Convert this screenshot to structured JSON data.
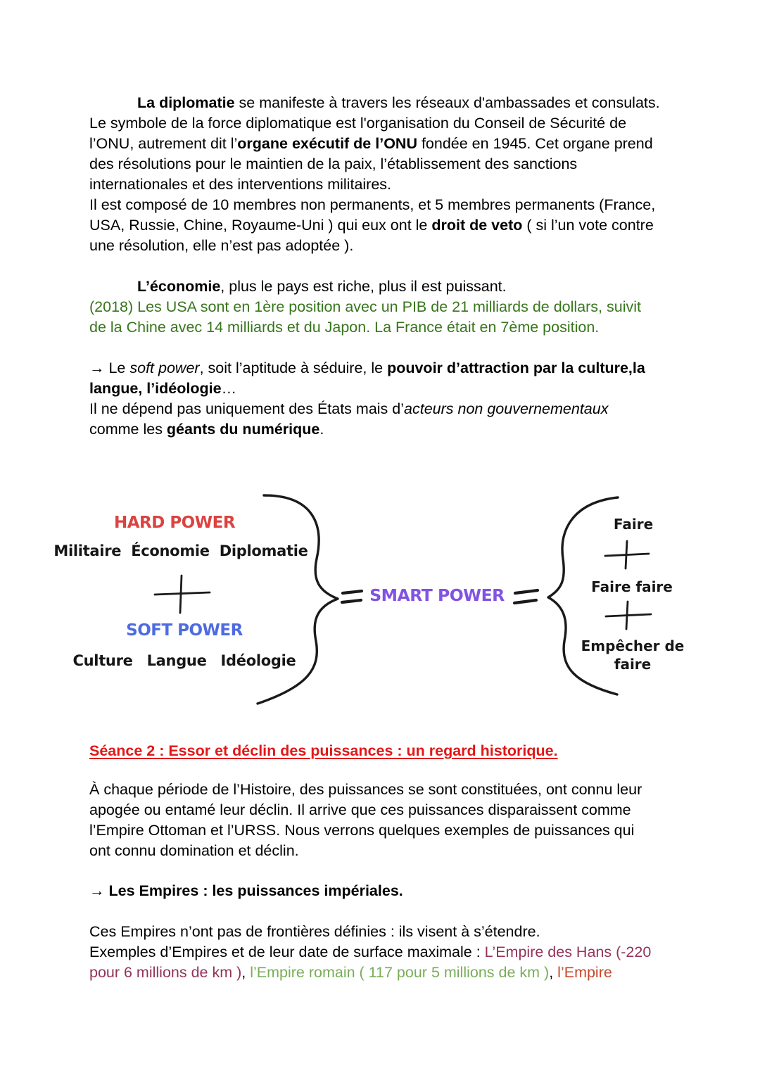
{
  "content": {
    "para_diplomatie": [
      {
        "indent": true
      },
      {
        "text": "La diplomatie",
        "bold": true
      },
      {
        "text": " se manifeste à travers les réseaux d'ambassades et consulats."
      },
      {
        "br": true
      },
      {
        "text": "Le symbole de la force diplomatique est l'organisation du Conseil de Sécurité de"
      },
      {
        "br": true
      },
      {
        "text": "l’ONU, autrement dit l’"
      },
      {
        "text": "organe exécutif de l’ONU",
        "bold": true
      },
      {
        "text": " fondée en 1945. Cet organe prend"
      },
      {
        "br": true
      },
      {
        "text": "des résolutions pour le maintien de la paix, l’établissement des sanctions"
      },
      {
        "br": true
      },
      {
        "text": "internationales et des interventions militaires."
      },
      {
        "br": true
      },
      {
        "text": "Il est composé de 10 membres non permanents, et 5 membres permanents (France,"
      },
      {
        "br": true
      },
      {
        "text": "USA, Russie, Chine, Royaume-Uni ) qui eux ont le "
      },
      {
        "text": "droit de veto",
        "bold": true
      },
      {
        "text": " ( si l’un vote contre"
      },
      {
        "br": true
      },
      {
        "text": "une résolution, elle n’est pas adoptée )."
      }
    ],
    "para_economie": [
      {
        "indent": true
      },
      {
        "text": "L’économie",
        "bold": true
      },
      {
        "text": ", plus le pays est riche, plus il est puissant."
      },
      {
        "br": true
      },
      {
        "text": "(2018) Les USA sont en 1ère position avec un PIB de 21 milliards de dollars, suivit",
        "color": "#38761d"
      },
      {
        "br": true
      },
      {
        "text": "de la Chine avec 14 milliards et du Japon. La France était en 7ème position.",
        "color": "#38761d"
      }
    ],
    "para_soft_power": [
      {
        "text": "→ Le "
      },
      {
        "text": "soft power",
        "italic": true
      },
      {
        "text": ", soit l’aptitude à séduire, le "
      },
      {
        "text": "pouvoir d’attraction par la culture,la",
        "bold": true
      },
      {
        "br": true
      },
      {
        "text": "langue, l’idéologie",
        "bold": true
      },
      {
        "text": "…"
      },
      {
        "br": true
      },
      {
        "text": "Il ne dépend pas uniquement des États mais d’"
      },
      {
        "text": "acteurs non gouvernementaux",
        "italic": true
      },
      {
        "br": true
      },
      {
        "text": "comme les "
      },
      {
        "text": "géants du numérique",
        "bold": true
      },
      {
        "text": "."
      }
    ],
    "heading_seance2": {
      "text": "Séance 2 : Essor et déclin des puissances : un regard historique.",
      "color": "#e21717"
    },
    "para_histoire": [
      {
        "text": "À chaque période de l’Histoire, des puissances se sont constituées, ont connu leur"
      },
      {
        "br": true
      },
      {
        "text": "apogée ou entamé leur déclin. Il arrive que ces puissances disparaissent comme"
      },
      {
        "br": true
      },
      {
        "text": "l’Empire Ottoman et l’URSS. Nous verrons quelques exemples de puissances qui"
      },
      {
        "br": true
      },
      {
        "text": "ont connu domination et déclin."
      }
    ],
    "para_empires_title": [
      {
        "text": "→ "
      },
      {
        "text": "Les Empires : les puissances impériales.",
        "bold": true
      }
    ],
    "para_empires": [
      {
        "text": "Ces Empires n’ont pas de frontières définies : ils visent à s’étendre."
      },
      {
        "br": true
      },
      {
        "text": "Exemples d’Empires et de leur date de surface maximale : "
      },
      {
        "text": "L’Empire des Hans (-220",
        "color": "#943359"
      },
      {
        "br": true
      },
      {
        "text": "pour 6 millions de km )",
        "color": "#943359"
      },
      {
        "text": ", "
      },
      {
        "text": "l’Empire romain ( 117 pour 5 millions de km )",
        "color": "#79ad58"
      },
      {
        "text": ", "
      },
      {
        "text": "l’Empire",
        "color": "#c7482c"
      }
    ]
  },
  "diagram": {
    "hard_power": {
      "label": "HARD POWER",
      "color": "#dc4340",
      "items": "Militaire Économie Diplomatie"
    },
    "soft_power": {
      "label": "SOFT POWER",
      "color": "#4e6be0",
      "items": "Culture Langue Idéologie"
    },
    "smart_power": {
      "label": "SMART POWER",
      "color": "#8153e3"
    },
    "outcomes": [
      "Faire",
      "Faire faire",
      "Empêcher de faire"
    ],
    "operators": {
      "plus": "+",
      "equals": "="
    },
    "ink_color": "#1a1a1a"
  }
}
